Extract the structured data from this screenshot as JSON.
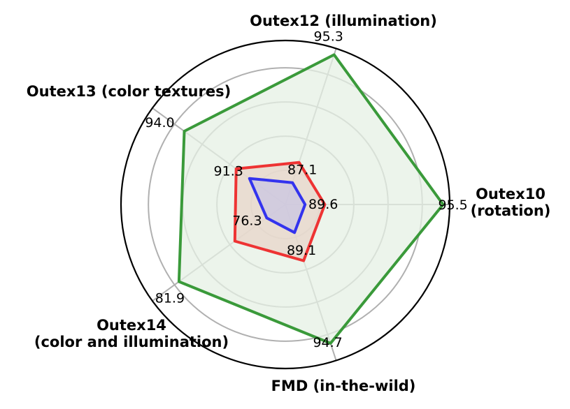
{
  "chart_data": {
    "type": "radar",
    "axes": [
      {
        "lines": [
          "Outex10",
          "(rotation)"
        ]
      },
      {
        "lines": [
          "Outex12 (illumination)"
        ]
      },
      {
        "lines": [
          "Outex13 (color textures)"
        ]
      },
      {
        "lines": [
          "Outex14",
          "(color and illumination)"
        ]
      },
      {
        "lines": [
          "FMD (in-the-wild)"
        ]
      }
    ],
    "series": [
      {
        "values": [
          95.5,
          95.3,
          94.0,
          81.9,
          94.7
        ],
        "labels": [
          "95.5",
          "95.3",
          "94.0",
          "81.9",
          "94.7"
        ],
        "radius_fraction": [
          0.96,
          0.96,
          0.76,
          0.8,
          0.89
        ],
        "color": "#3a9a3a",
        "fill": "#e6f0e4"
      },
      {
        "values": [
          null,
          null,
          null,
          null,
          null
        ],
        "radius_fraction": [
          0.24,
          0.27,
          0.37,
          0.38,
          0.36
        ],
        "color": "#ee3333",
        "fill": "#e8d6ca"
      },
      {
        "values": [
          89.6,
          87.1,
          91.3,
          76.3,
          89.1
        ],
        "labels": [
          "89.6",
          "87.1",
          "91.3",
          "76.3",
          "89.1"
        ],
        "radius_fraction": [
          0.12,
          0.14,
          0.27,
          0.14,
          0.18
        ],
        "color": "#3333ee",
        "fill": "#c9c6e2"
      }
    ],
    "grid_rings": 4,
    "grid": true,
    "legend": "none",
    "colors": {
      "grid": "#b0b0b0",
      "frame": "#000000"
    }
  }
}
